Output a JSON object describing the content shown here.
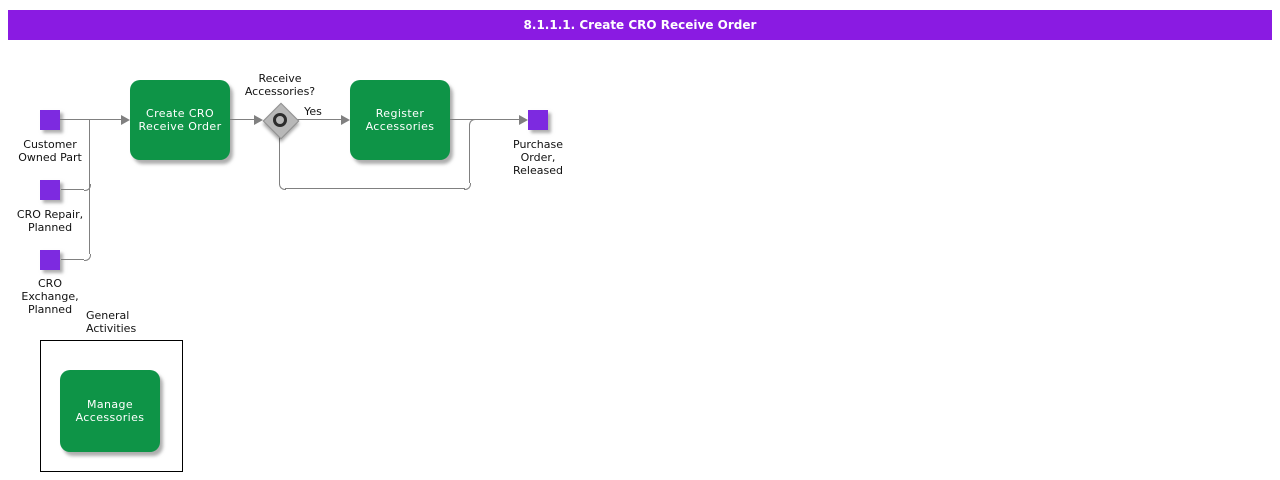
{
  "title": "8.1.1.1. Create CRO Receive Order",
  "colors": {
    "title_bar": "#8A1BE2",
    "event": "#7D2AE0",
    "task": "#0E9447",
    "connector": "#808080",
    "gateway": "#B8B8B8"
  },
  "process": {
    "start_events": [
      {
        "label": "Customer\nOwned Part"
      },
      {
        "label": "CRO Repair,\nPlanned"
      },
      {
        "label": "CRO\nExchange,\nPlanned"
      }
    ],
    "tasks": [
      {
        "label": "Create CRO\nReceive Order"
      },
      {
        "label": "Register\nAccessories"
      }
    ],
    "gateway": {
      "question": "Receive\nAccessories?",
      "yes_label": "Yes"
    },
    "end_event": {
      "label": "Purchase\nOrder,\nReleased"
    },
    "general_activities": {
      "label": "General\nActivities",
      "tasks": [
        {
          "label": "Manage\nAccessories"
        }
      ]
    }
  }
}
